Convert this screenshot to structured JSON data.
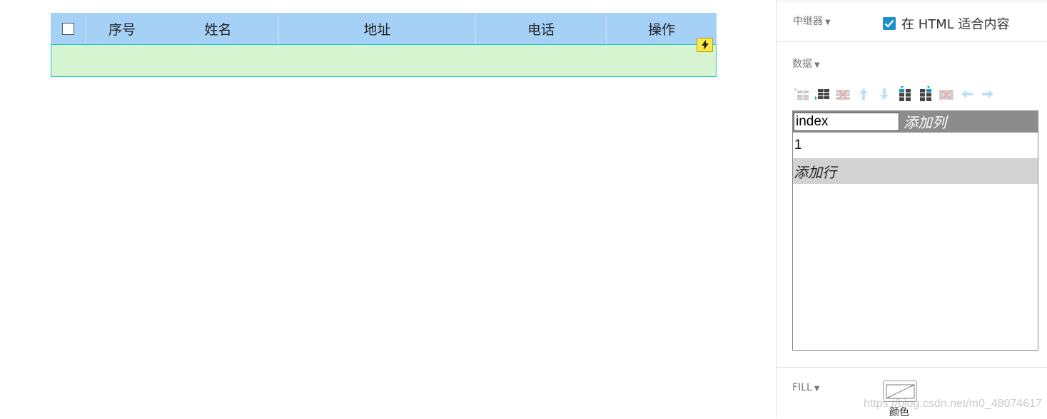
{
  "table": {
    "headers": [
      "序号",
      "姓名",
      "地址",
      "电话",
      "操作"
    ],
    "header_bg": "#a6d1f6",
    "row_bg": "#d6f4cf",
    "row_border": "#21c6c6",
    "interaction_icon": "lightning-icon"
  },
  "panel": {
    "repeater_label": "中继器",
    "fit_html_label": "在 HTML 适合内容",
    "fit_html_checked": true,
    "data_label": "数据",
    "toolbar_icons": [
      "insert-row-above-icon",
      "insert-row-below-icon",
      "delete-row-icon",
      "move-up-icon",
      "move-down-icon",
      "insert-column-left-icon",
      "insert-column-right-icon",
      "delete-column-icon",
      "move-left-icon",
      "move-right-icon"
    ],
    "data_grid": {
      "column_name": "index",
      "add_column_label": "添加列",
      "rows": [
        "1"
      ],
      "add_row_label": "添加行"
    },
    "fill_label": "FILL",
    "color_label": "颜色",
    "accent_color": "#1a91c9"
  },
  "watermark": "https://blog.csdn.net/m0_48074617"
}
